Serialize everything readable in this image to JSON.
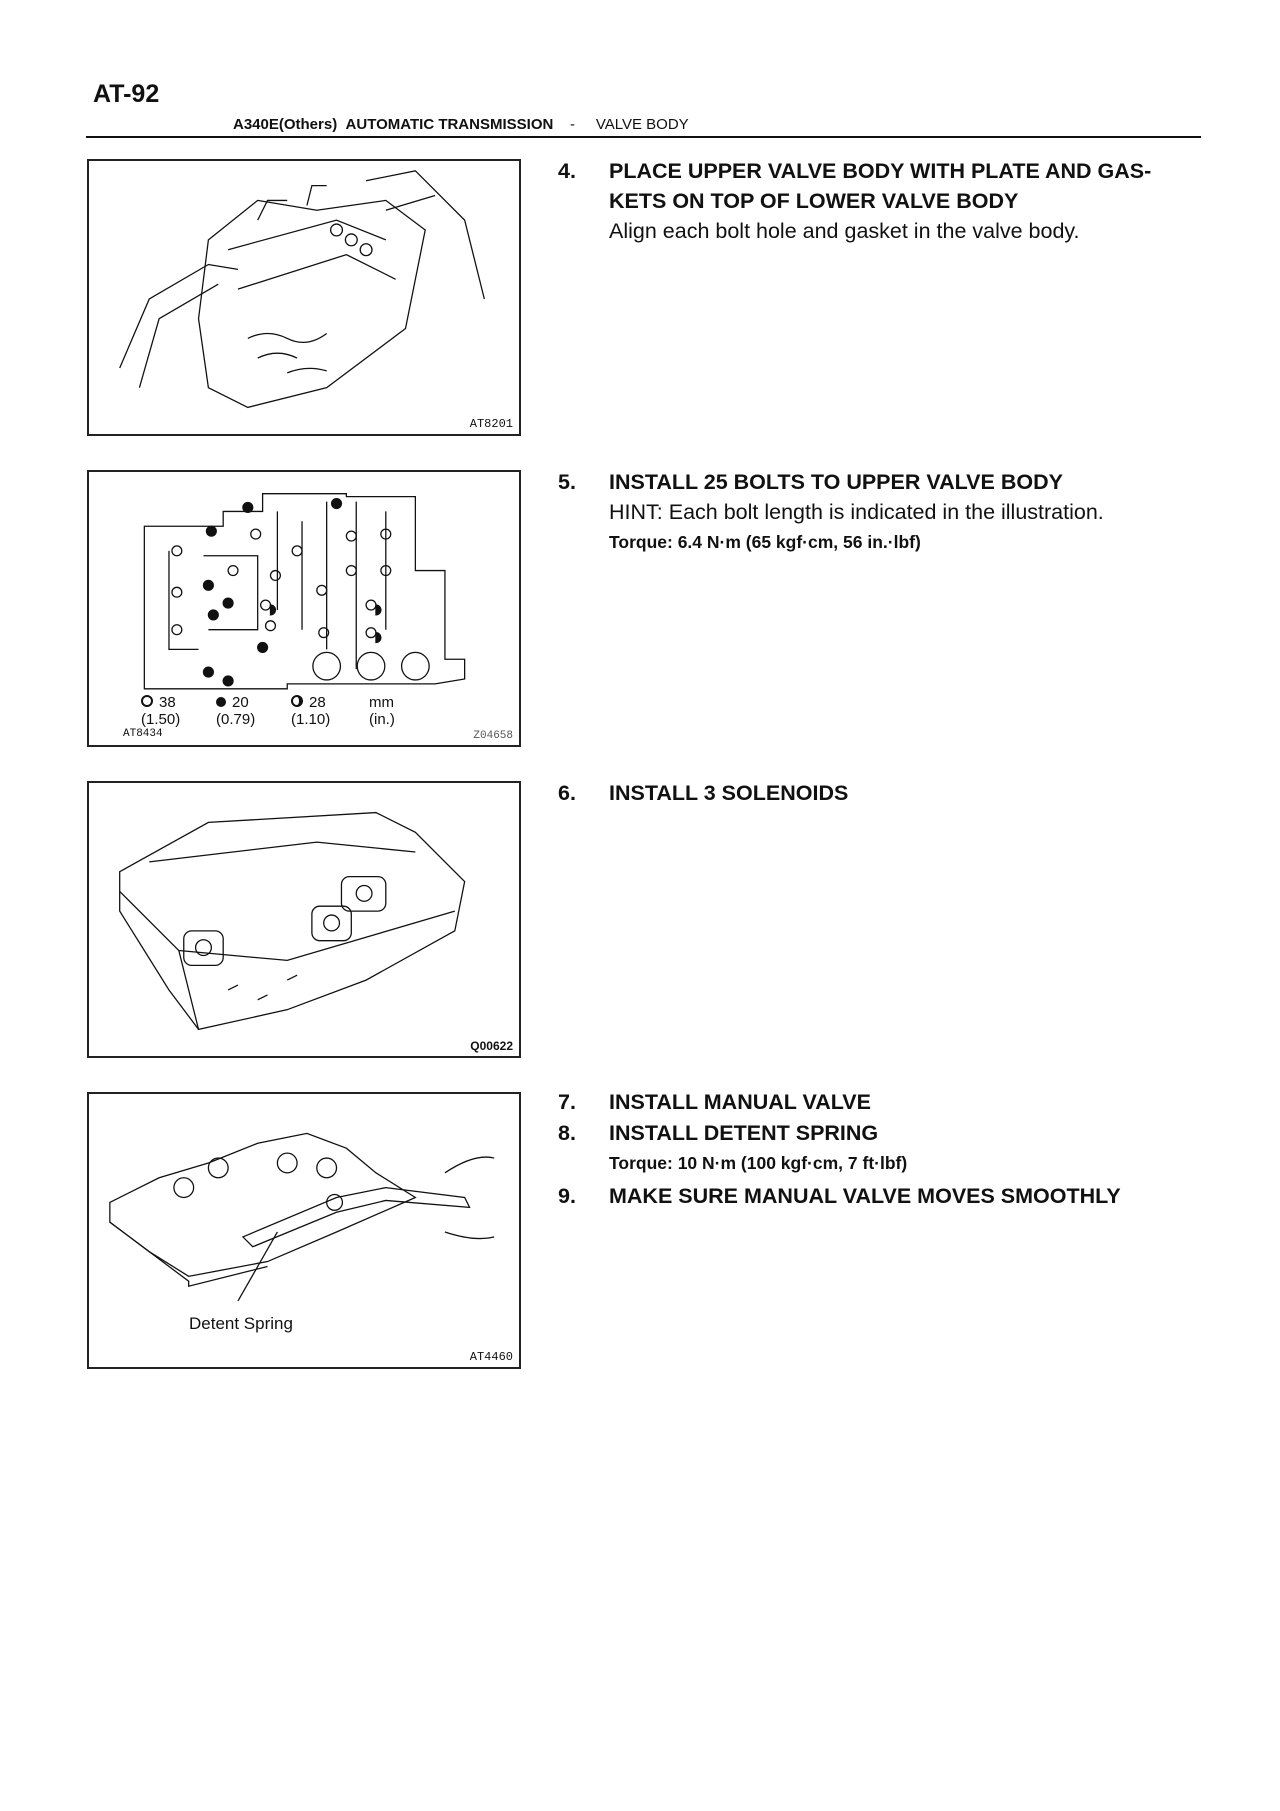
{
  "header": {
    "page_number": "AT-92",
    "model": "A340E(Others)",
    "section": "AUTOMATIC TRANSMISSION",
    "separator": "-",
    "subsection": "VALVE BODY"
  },
  "figures": [
    {
      "code": "AT8201"
    },
    {
      "code": "Z04658",
      "sub_code": "AT8434",
      "legend": [
        {
          "symbol": "open-circle",
          "mm": "38",
          "in": "(1.50)"
        },
        {
          "symbol": "filled-circle",
          "mm": "20",
          "in": "(0.79)"
        },
        {
          "symbol": "half-circle",
          "mm": "28",
          "in": "(1.10)"
        },
        {
          "symbol": "",
          "mm": "mm",
          "in": "(in.)"
        }
      ]
    },
    {
      "code": "Q00622"
    },
    {
      "code": "AT4460",
      "label": "Detent Spring"
    }
  ],
  "steps": [
    {
      "num": "4.",
      "title_lines": [
        "PLACE UPPER VALVE BODY WITH PLATE AND GAS-",
        "KETS ON TOP OF LOWER VALVE BODY"
      ],
      "body": "Align each bolt hole and gasket in the valve body."
    },
    {
      "num": "5.",
      "title": "INSTALL 25 BOLTS TO UPPER VALVE BODY",
      "hint": "HINT: Each bolt length is indicated in the illustration.",
      "torque": "Torque: 6.4 N·m (65 kgf·cm, 56 in.·lbf)"
    },
    {
      "num": "6.",
      "title": "INSTALL 3 SOLENOIDS"
    },
    {
      "num": "7.",
      "title": "INSTALL MANUAL VALVE"
    },
    {
      "num": "8.",
      "title": "INSTALL DETENT SPRING",
      "torque": "Torque: 10 N·m (100 kgf·cm, 7 ft·lbf)"
    },
    {
      "num": "9.",
      "title": "MAKE SURE MANUAL VALVE MOVES SMOOTHLY"
    }
  ]
}
